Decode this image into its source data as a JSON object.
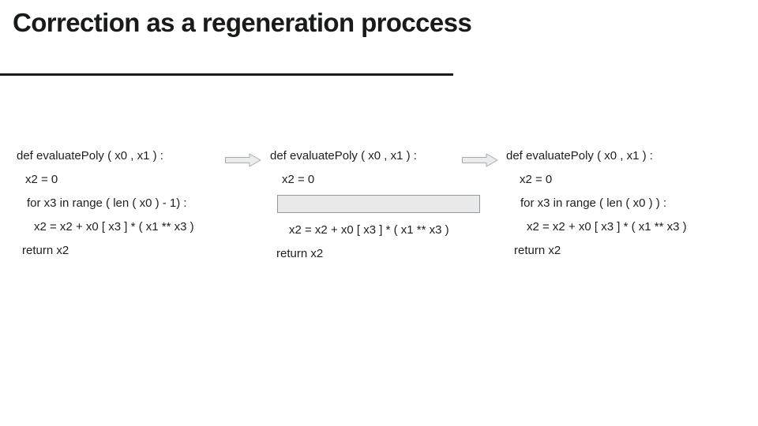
{
  "slide": {
    "title": "Correction as a regeneration proccess"
  },
  "code_blocks": [
    {
      "name": "original-code",
      "lines": [
        {
          "text": "def evaluatePoly ( x0 , x1 ) :"
        },
        {
          "text": "x2 = 0"
        },
        {
          "text": "for x3 in range ( len ( x0 ) - 1) :"
        },
        {
          "text": "x2 = x2 + x0 [ x3 ] * ( x1 ** x3 )"
        },
        {
          "text": "return x2"
        }
      ]
    },
    {
      "name": "masked-code",
      "lines": [
        {
          "text": "def evaluatePoly ( x0 , x1 ) :"
        },
        {
          "text": "x2 = 0"
        },
        {
          "text": "",
          "masked": true
        },
        {
          "text": "x2 = x2 + x0 [ x3 ] * ( x1 ** x3 )"
        },
        {
          "text": "return x2"
        }
      ]
    },
    {
      "name": "regenerated-code",
      "lines": [
        {
          "text": "def evaluatePoly ( x0 , x1 ) :"
        },
        {
          "text": "x2 = 0"
        },
        {
          "text": "for x3 in range ( len ( x0 ) ) :"
        },
        {
          "text": "x2 = x2 + x0 [ x3 ] * ( x1 ** x3 )"
        },
        {
          "text": "return x2"
        }
      ]
    }
  ],
  "icons": {
    "arrow_between_blocks": "right-block-arrow"
  },
  "colors": {
    "background": "#ffffff",
    "title_text": "#181c18",
    "title_rule": "#1b1b1b",
    "code_text": "#1e1e1e",
    "mask_fill": "#e9e9ea",
    "mask_border": "#8d99a7",
    "arrow_fill": "#e9ebed",
    "arrow_stroke": "#a6abb0"
  }
}
